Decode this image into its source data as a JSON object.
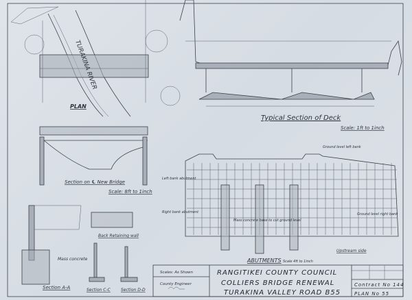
{
  "plan": {
    "title": "PLAN",
    "river_label": "TURAKINA RIVER"
  },
  "deck_section": {
    "title": "Typical Section of Deck",
    "scale": "Scale: 1ft to 1inch"
  },
  "bridge_section": {
    "title": "Section on ℄ New Bridge",
    "scale": "Scale: 8ft to 1inch"
  },
  "small_sections": {
    "section_aa": "Section A-A",
    "section_cc": "Section C-C",
    "section_dd": "Section D-D",
    "back_wall": "Back Retaining wall",
    "mass_concrete": "Mass concrete"
  },
  "abutments": {
    "title": "ABUTMENTS",
    "scale": "Scale 4ft to 1inch",
    "notes": [
      "Ground level left bank",
      "Left bank abutment",
      "Right bank abutment",
      "Mass concrete base to cut ground level",
      "Ground level right bank",
      "Upstream side"
    ]
  },
  "title_block": {
    "scales": "Scales: As Shown",
    "engineer": "County Engineer",
    "line1": "RANGITIKEI   COUNTY   COUNCIL",
    "line2": "COLLIERS   BRIDGE   RENEWAL",
    "line3": "TURAKINA   VALLEY   ROAD   B55",
    "contract": "Contract No 144",
    "plan_no": "PLAN  No 55"
  }
}
